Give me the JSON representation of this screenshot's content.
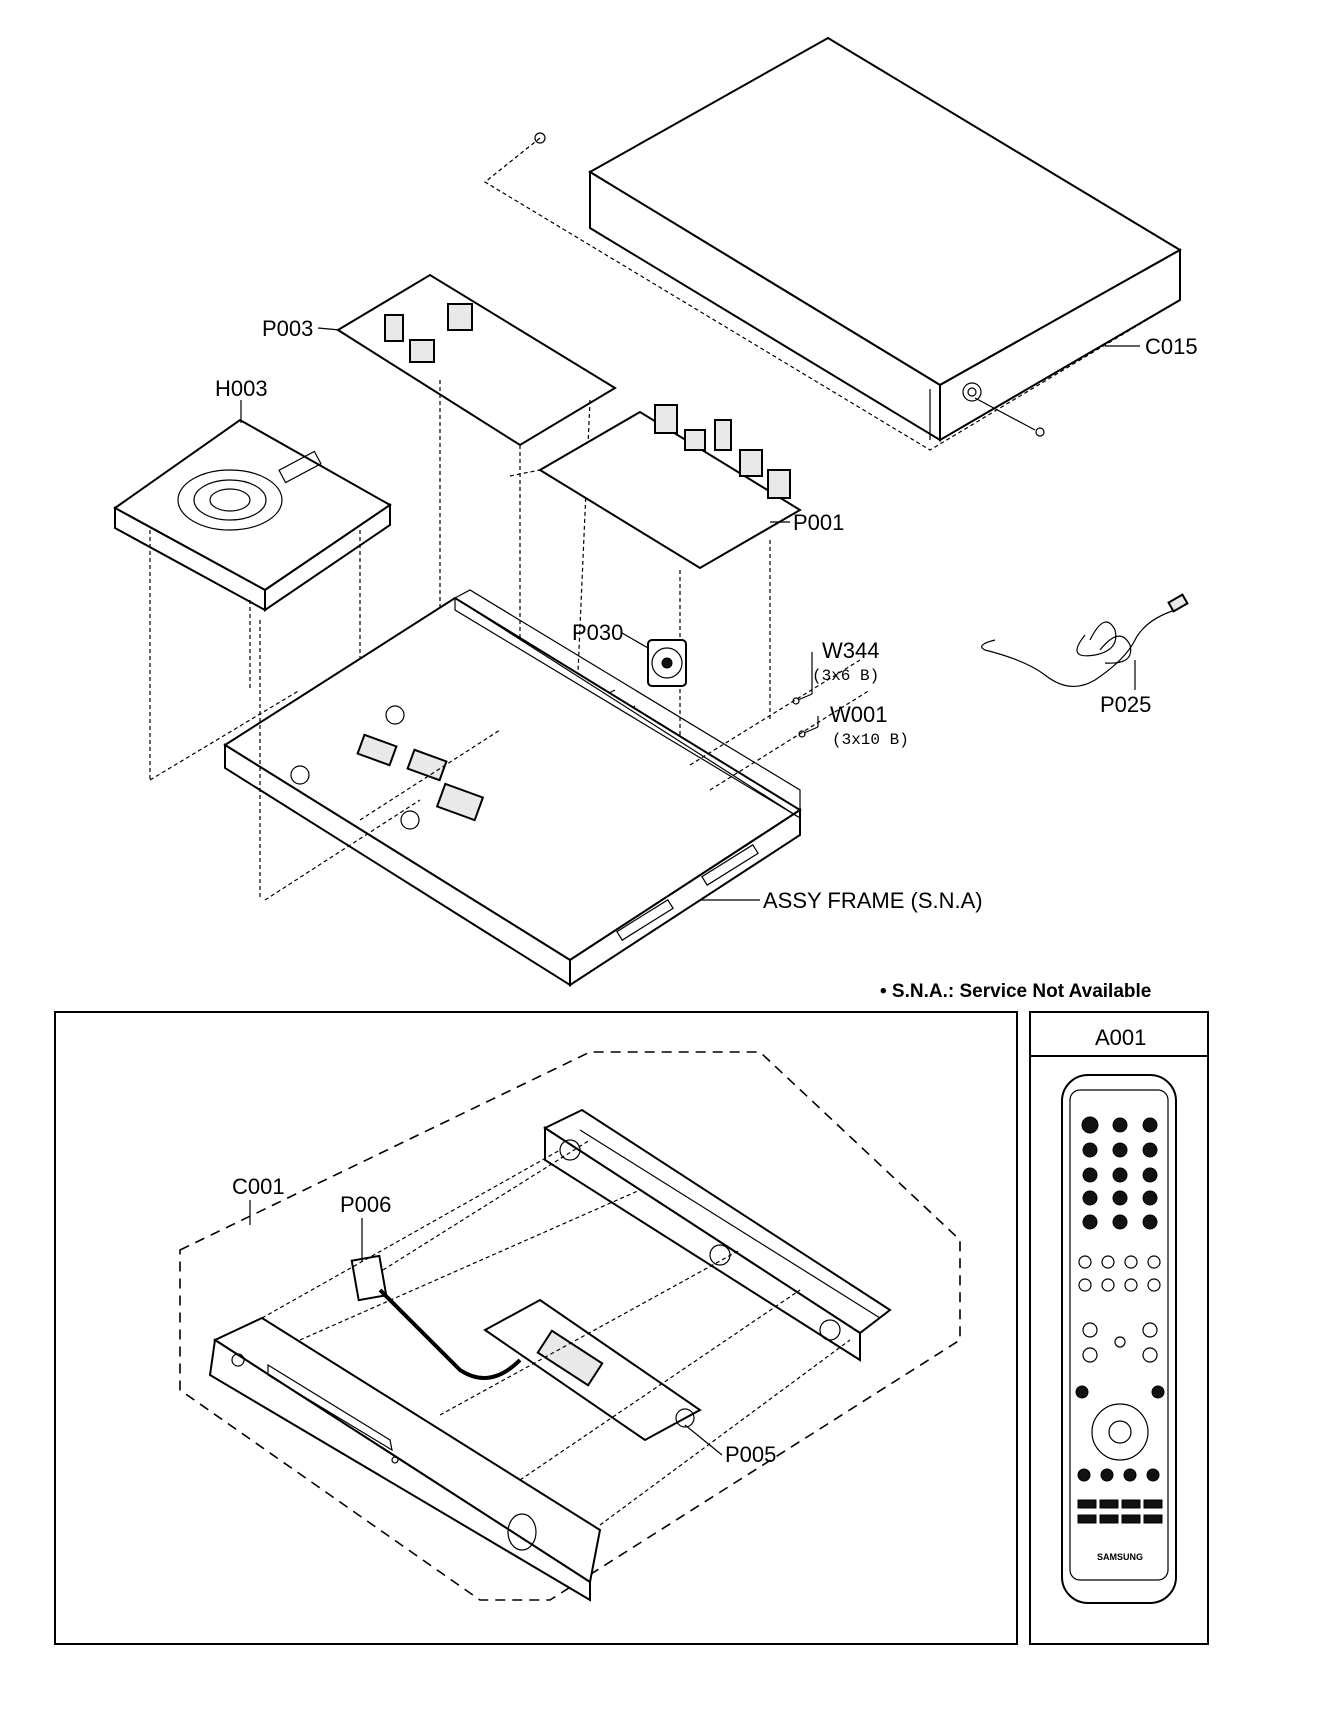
{
  "labels": {
    "c015": "C015",
    "p003": "P003",
    "h003": "H003",
    "p001": "P001",
    "p030": "P030",
    "w344": "W344",
    "w344_spec": "(3x6 B)",
    "w001": "W001",
    "w001_spec": "(3x10 B)",
    "p025": "P025",
    "assy_frame": "ASSY FRAME (S.N.A)",
    "c001": "C001",
    "p006": "P006",
    "p005": "P005",
    "a001": "A001"
  },
  "note": "• S.N.A.: Service Not Available",
  "remote_brand": "SAMSUNG"
}
